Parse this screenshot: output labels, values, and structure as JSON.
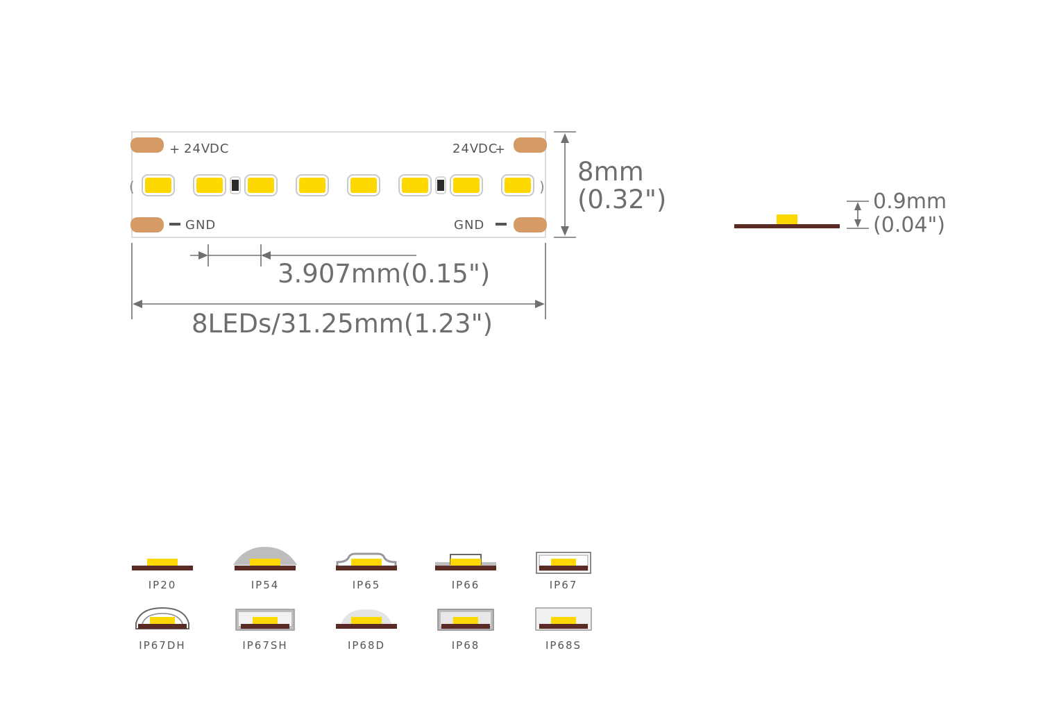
{
  "colors": {
    "pad": "#d59a65",
    "led_yellow": "#ffd800",
    "led_frame": "#c9c9c9",
    "pcb": "#5a2a24",
    "resistor": "#2b2b2b",
    "encapsulation_grey": "#bdbdbd",
    "dimension": "#6d6e70"
  },
  "strip": {
    "voltage_left": "24V",
    "voltage_left_sub": "DC",
    "voltage_right": "24V",
    "voltage_right_sub": "DC",
    "plus_left": "+",
    "plus_right": "+",
    "gnd_left": "GND",
    "gnd_right": "GND",
    "minus_left": "-",
    "minus_right": "-",
    "width_mm": "8mm",
    "width_in": "(0.32\")",
    "pitch": "3.907mm(0.15\")",
    "segment": "8LEDs/31.25mm(1.23\")",
    "led_count": 8,
    "resistor_count": 2
  },
  "profile": {
    "height_mm": "0.9mm",
    "height_in": "(0.04\")"
  },
  "ip_ratings": [
    {
      "label": "IP20",
      "style": "bare"
    },
    {
      "label": "IP54",
      "style": "dome"
    },
    {
      "label": "IP65",
      "style": "coating"
    },
    {
      "label": "IP66",
      "style": "thin"
    },
    {
      "label": "IP67",
      "style": "tube"
    },
    {
      "label": "IP67DH",
      "style": "dome-tube"
    },
    {
      "label": "IP67SH",
      "style": "square-tube"
    },
    {
      "label": "IP68D",
      "style": "filled-dome"
    },
    {
      "label": "IP68",
      "style": "filled-tube"
    },
    {
      "label": "IP68S",
      "style": "solid"
    }
  ]
}
